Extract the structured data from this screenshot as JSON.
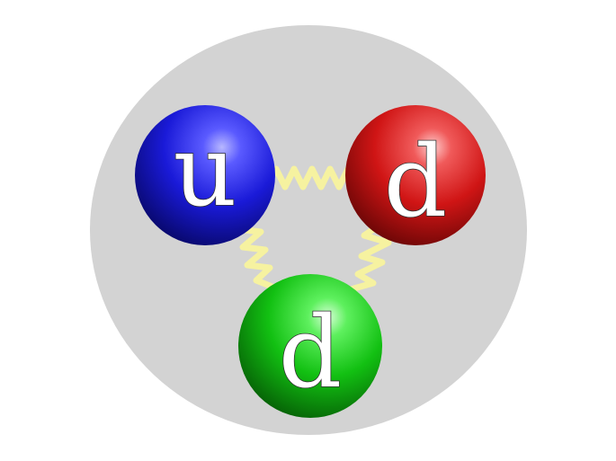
{
  "quarks": [
    {
      "letter": "u",
      "color": "#1a1ad8"
    },
    {
      "letter": "d",
      "color": "#d01515"
    },
    {
      "letter": "d",
      "color": "#12c012"
    }
  ],
  "colors": {
    "background": "#ffffff",
    "particle_body": "#d3d3d3",
    "gluon": "#f6f2a0"
  }
}
